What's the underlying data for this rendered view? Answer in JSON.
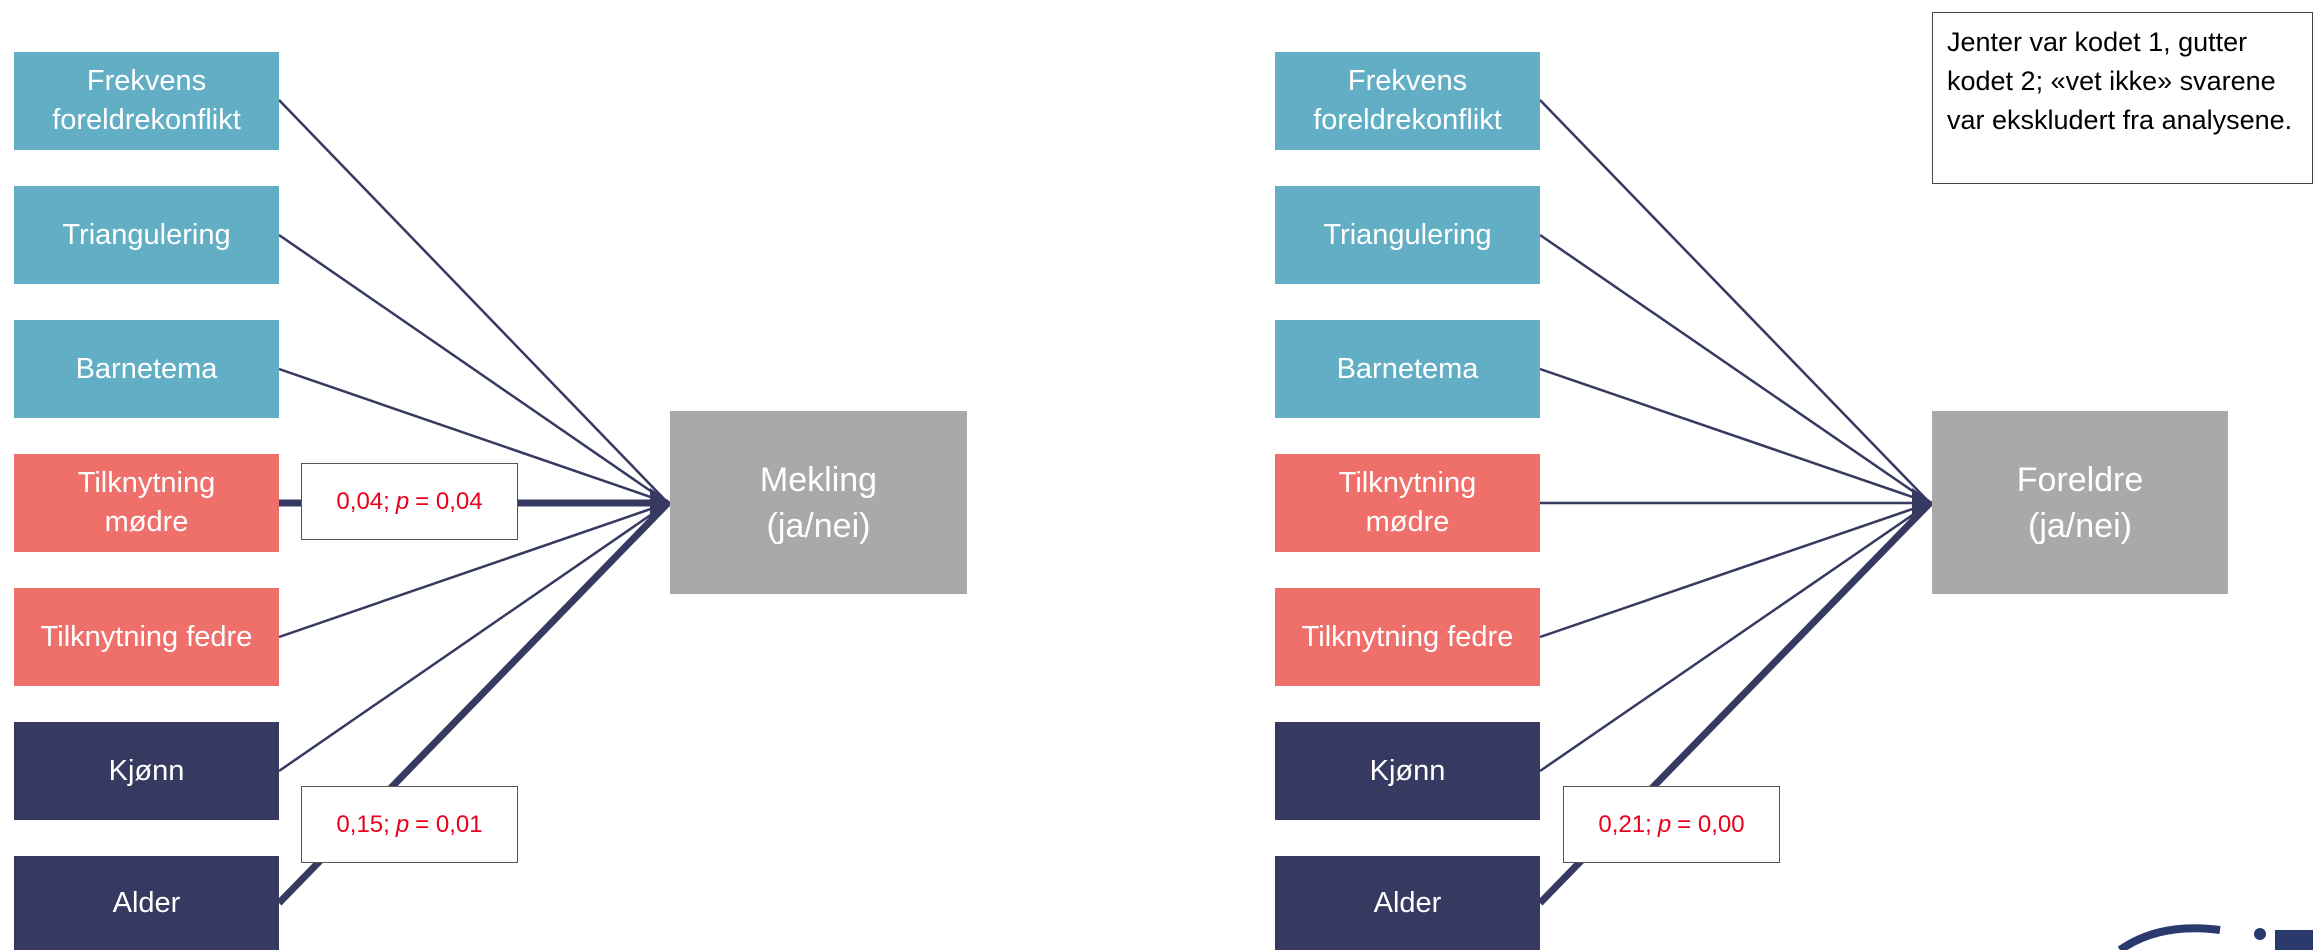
{
  "left_diagram": {
    "predictors": [
      {
        "label": "Frekvens\nforeldrekonflikt",
        "color": "#62aec4"
      },
      {
        "label": "Triangulering",
        "color": "#62aec4"
      },
      {
        "label": "Barnetema",
        "color": "#62aec4"
      },
      {
        "label": "Tilknytning\nmødre",
        "color": "#ef6f6a"
      },
      {
        "label": "Tilknytning fedre",
        "color": "#ef6f6a"
      },
      {
        "label": "Kjønn",
        "color": "#363a60"
      },
      {
        "label": "Alder",
        "color": "#363a60"
      }
    ],
    "outcome": "Mekling\n(ja/nei)",
    "effects": [
      {
        "from": "Tilknytning mødre",
        "estimate": "0,04;",
        "p_symbol": "p",
        "p_value": "= 0,04"
      },
      {
        "from": "Alder",
        "estimate": "0,15;",
        "p_symbol": "p",
        "p_value": "= 0,01"
      }
    ]
  },
  "right_diagram": {
    "predictors": [
      {
        "label": "Frekvens\nforeldrekonflikt",
        "color": "#62aec4"
      },
      {
        "label": "Triangulering",
        "color": "#62aec4"
      },
      {
        "label": "Barnetema",
        "color": "#62aec4"
      },
      {
        "label": "Tilknytning\nmødre",
        "color": "#ef6f6a"
      },
      {
        "label": "Tilknytning fedre",
        "color": "#ef6f6a"
      },
      {
        "label": "Kjønn",
        "color": "#363a60"
      },
      {
        "label": "Alder",
        "color": "#363a60"
      }
    ],
    "outcome": "Foreldre\n(ja/nei)",
    "effects": [
      {
        "from": "Alder",
        "estimate": "0,21;",
        "p_symbol": "p",
        "p_value": "= 0,00"
      }
    ]
  },
  "note": "Jenter var kodet 1, gutter kodet 2; «vet ikke» svarene var ekskludert fra analysene.",
  "colors": {
    "line": "#363a60",
    "teal": "#62aec4",
    "coral": "#ef6f6a",
    "navy": "#363a60",
    "outcome": "#a9a9a9",
    "effect_text": "#e8001c"
  }
}
